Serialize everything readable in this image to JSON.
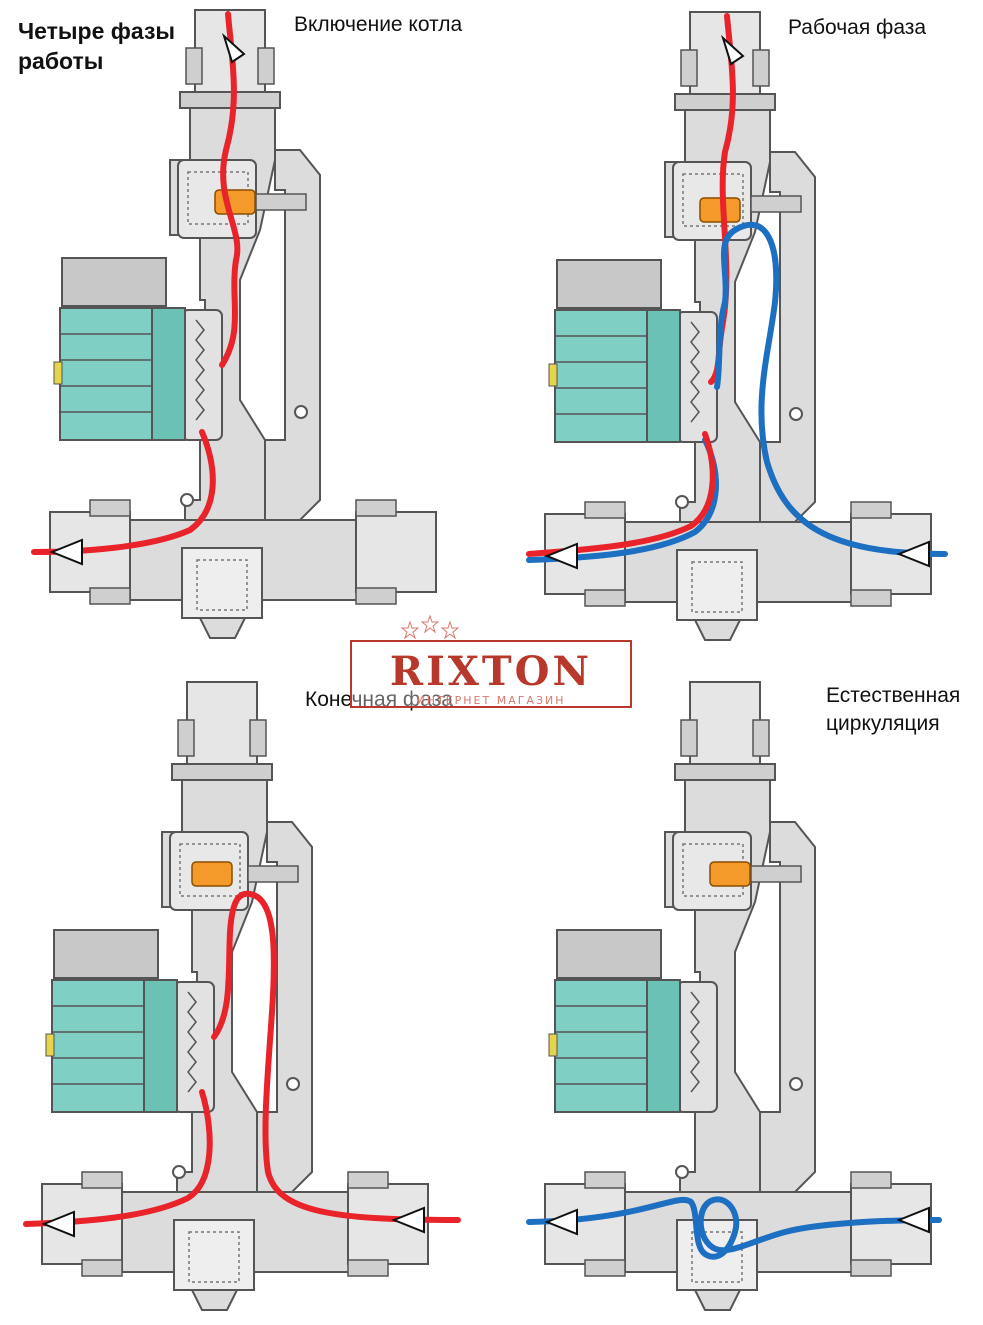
{
  "title": {
    "line1": "Четыре фазы",
    "line2": "работы"
  },
  "panels": [
    {
      "key": "p1",
      "caption": "Включение котла"
    },
    {
      "key": "p2",
      "caption": "Рабочая фаза"
    },
    {
      "key": "p3",
      "caption": "Конечная фаза"
    },
    {
      "key": "p4",
      "caption_line1": "Естественная",
      "caption_line2": "циркуляция"
    }
  ],
  "watermark": {
    "brand": "RIXTON",
    "subtitle": "ИНТЕРНЕТ МАГАЗИН"
  },
  "colors": {
    "hot_flow": "#e8232a",
    "cold_flow": "#1d6fc1",
    "pump_motor": "#7fcfc4",
    "pump_head": "#c8c8c8",
    "thermostat": "#f39a2a",
    "body_fill": "#d9d9d9",
    "body_stroke": "#555555",
    "logo": "#b8392b"
  },
  "icons": [
    "flow-arrow-icon",
    "star-icon"
  ]
}
